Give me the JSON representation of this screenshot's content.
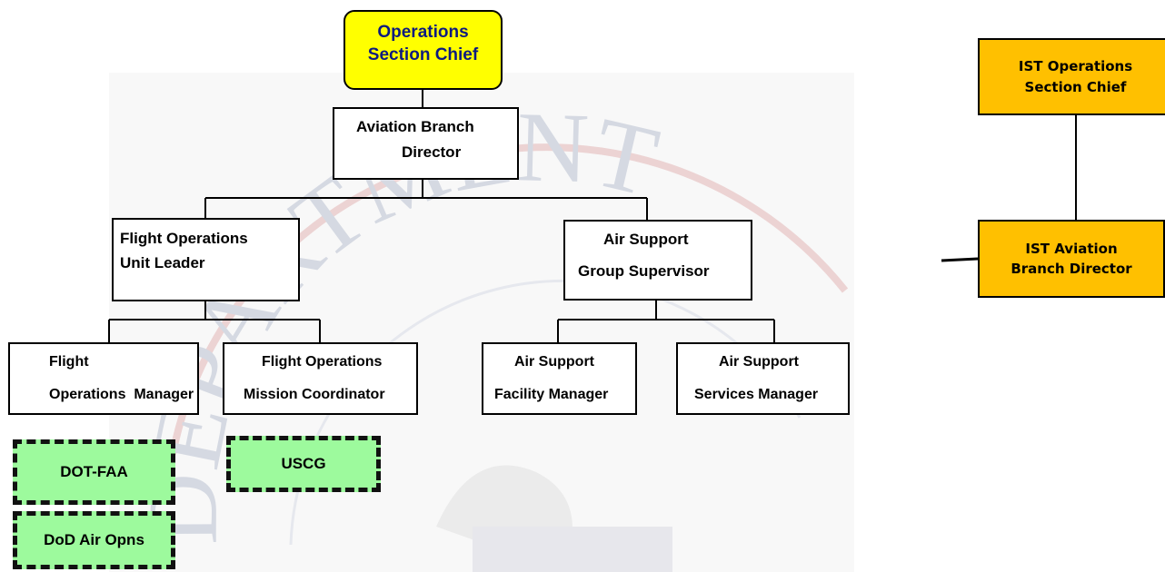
{
  "main_chart": {
    "operations_chief": {
      "line1": "Operations",
      "line2": "Section Chief"
    },
    "aviation_director": {
      "line1": "Aviation Branch",
      "line2": "Director"
    },
    "flight_ops_leader": {
      "line1": "Flight Operations",
      "line2": "Unit Leader"
    },
    "air_support_supervisor": {
      "line1": "Air Support",
      "line2": "Group Supervisor"
    },
    "flight_ops_manager": {
      "line1": "Flight",
      "line2": "Operations  Manager"
    },
    "mission_coordinator": {
      "line1": "Flight Operations",
      "line2": "Mission Coordinator"
    },
    "facility_manager": {
      "line1": "Air Support",
      "line2": "Facility Manager"
    },
    "services_manager": {
      "line1": "Air Support",
      "line2": "Services Manager"
    }
  },
  "agencies": {
    "dot_faa": "DOT-FAA",
    "uscg": "USCG",
    "dod": "DoD Air Opns"
  },
  "ist_chart": {
    "chief": {
      "line1": "IST Operations",
      "line2": "Section Chief"
    },
    "director": {
      "line1": "IST Aviation",
      "line2": "Branch Director"
    }
  },
  "colors": {
    "chief_fill": "#ffff00",
    "chief_text": "#0d1a80",
    "agency_fill": "#9dfa9d",
    "ist_fill": "#ffc000",
    "seal_text": "#c8cdd8",
    "seal_red": "#e8c2c2"
  },
  "background_watermark": {
    "seal_text": "DEPARTMENT"
  }
}
